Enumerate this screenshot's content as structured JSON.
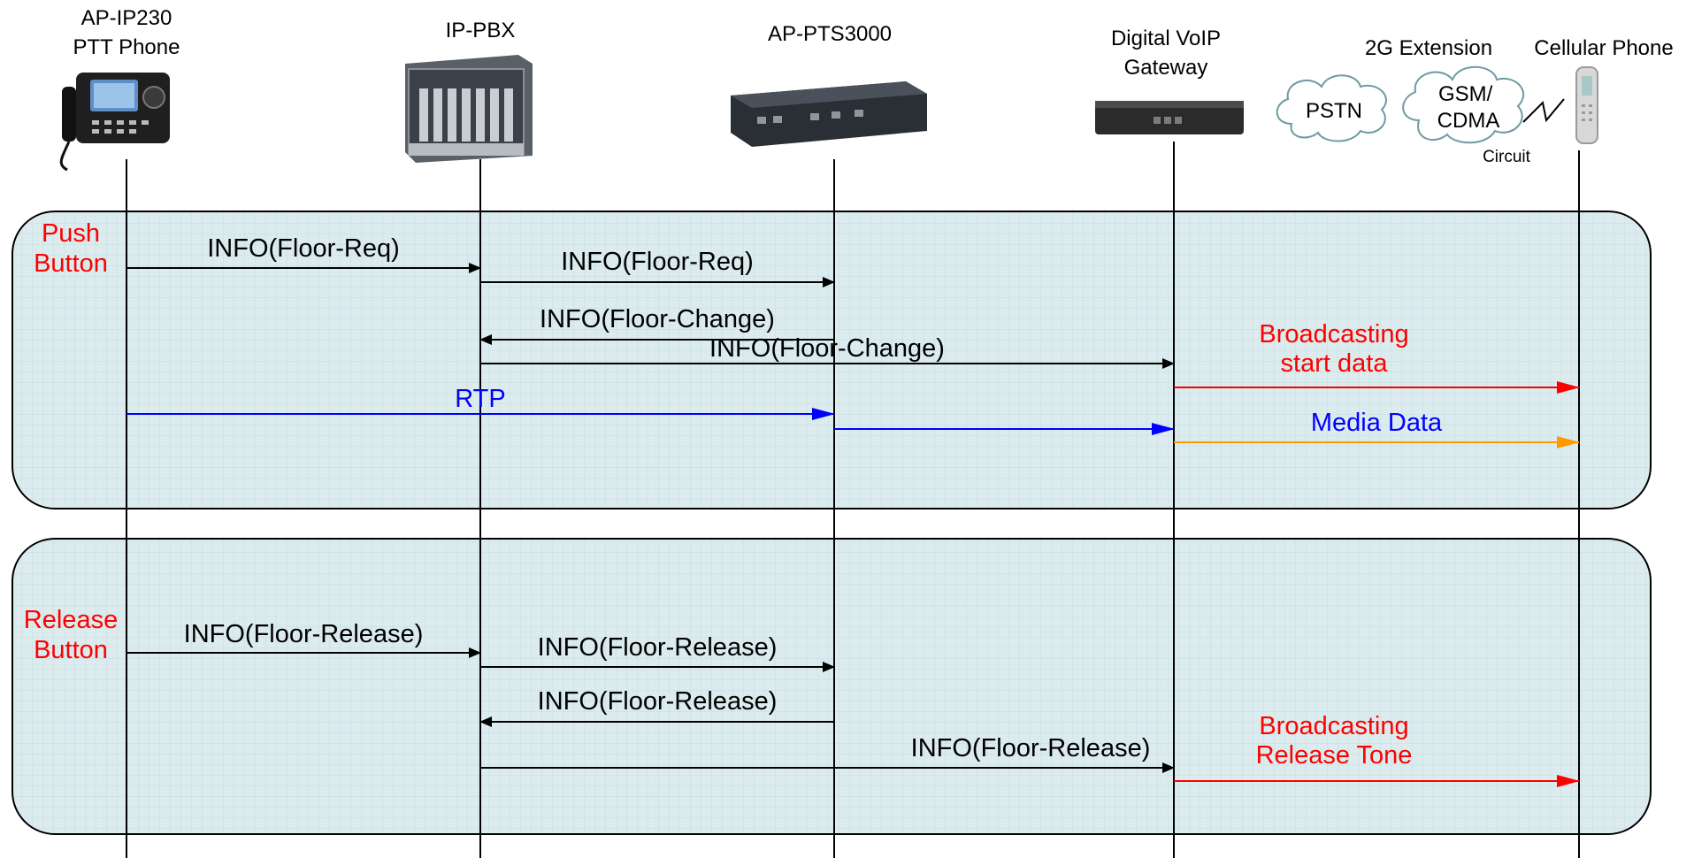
{
  "colors": {
    "panel_fill": "#dcecee",
    "grid": "#c4dde0",
    "black": "#000000",
    "red": "#ff0000",
    "blue": "#0000ff",
    "orange": "#ff9900"
  },
  "devices": [
    {
      "id": "ptt",
      "lines": [
        "AP-IP230",
        "PTT Phone"
      ],
      "icon": "desk-phone-icon"
    },
    {
      "id": "pbx",
      "lines": [
        "IP-PBX"
      ],
      "icon": "server-chassis-icon"
    },
    {
      "id": "pts",
      "lines": [
        "AP-PTS3000"
      ],
      "icon": "rack-server-icon"
    },
    {
      "id": "gw",
      "lines": [
        "Digital VoIP",
        "Gateway"
      ],
      "icon": "gateway-box-icon"
    },
    {
      "id": "cell",
      "lines": [
        "Cellular Phone"
      ],
      "icon": "mobile-phone-icon"
    }
  ],
  "extension": {
    "title": "2G Extension",
    "clouds": [
      "PSTN",
      "GSM/\nCDMA"
    ],
    "circuit_label": "Circuit"
  },
  "sections": [
    {
      "label": [
        "Push",
        "Button"
      ]
    },
    {
      "label": [
        "Release",
        "Button"
      ]
    }
  ],
  "messages": [
    {
      "text": "INFO(Floor-Req)",
      "from": "ptt",
      "to": "pbx",
      "color": "black",
      "section": 0
    },
    {
      "text": "INFO(Floor-Req)",
      "from": "pbx",
      "to": "pts",
      "color": "black",
      "section": 0
    },
    {
      "text": "INFO(Floor-Change)",
      "from": "pts",
      "to": "pbx",
      "color": "black",
      "section": 0
    },
    {
      "text": "INFO(Floor-Change)",
      "from": "pbx",
      "to": "gw",
      "color": "black",
      "section": 0
    },
    {
      "text": "Broadcasting\nstart data",
      "from": "gw",
      "to": "cell",
      "color": "red",
      "section": 0
    },
    {
      "text": "RTP",
      "from": "ptt",
      "to": "pts",
      "color": "blue",
      "section": 0
    },
    {
      "text": "",
      "from": "pts",
      "to": "gw",
      "color": "blue",
      "section": 0
    },
    {
      "text": "Media Data",
      "from": "gw",
      "to": "cell",
      "color": "orange",
      "label_color": "blue",
      "section": 0
    },
    {
      "text": "INFO(Floor-Release)",
      "from": "ptt",
      "to": "pbx",
      "color": "black",
      "section": 1
    },
    {
      "text": "INFO(Floor-Release)",
      "from": "pbx",
      "to": "pts",
      "color": "black",
      "section": 1
    },
    {
      "text": "INFO(Floor-Release)",
      "from": "pts",
      "to": "pbx",
      "color": "black",
      "section": 1
    },
    {
      "text": "INFO(Floor-Release)",
      "from": "pbx",
      "to": "gw",
      "color": "black",
      "section": 1
    },
    {
      "text": "Broadcasting\nRelease Tone",
      "from": "gw",
      "to": "cell",
      "color": "red",
      "section": 1
    }
  ]
}
